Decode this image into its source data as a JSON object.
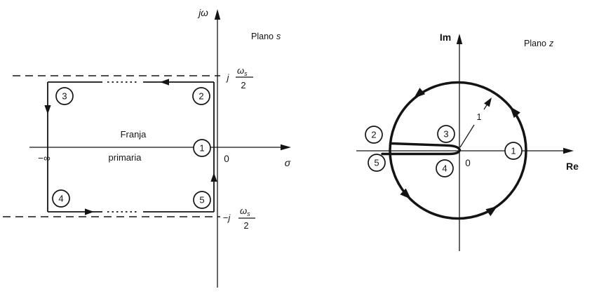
{
  "s_plane": {
    "plane_label": {
      "word": "Plano",
      "var": "s"
    },
    "y_axis_label": "jω",
    "x_axis_label": "σ",
    "origin_label": "0",
    "minus_infinity_label": "−∞",
    "strip_label": {
      "line1": "Franja",
      "line2": "primaria"
    },
    "upper_boundary_label": {
      "prefix": "j",
      "numerator": "ω",
      "subscript": "s",
      "denominator": "2"
    },
    "lower_boundary_label": {
      "prefix": "−j",
      "numerator": "ω",
      "subscript": "s",
      "denominator": "2"
    },
    "contour_points": [
      "1",
      "2",
      "3",
      "4",
      "5"
    ]
  },
  "z_plane": {
    "plane_label": {
      "word": "Plano",
      "var": "z"
    },
    "y_axis_label": "Im",
    "x_axis_label": "Re",
    "origin_label": "0",
    "unit_radius_label": "1",
    "contour_points": [
      "1",
      "2",
      "3",
      "4",
      "5"
    ]
  },
  "colors": {
    "ink": "#141414",
    "background": "#ffffff"
  }
}
